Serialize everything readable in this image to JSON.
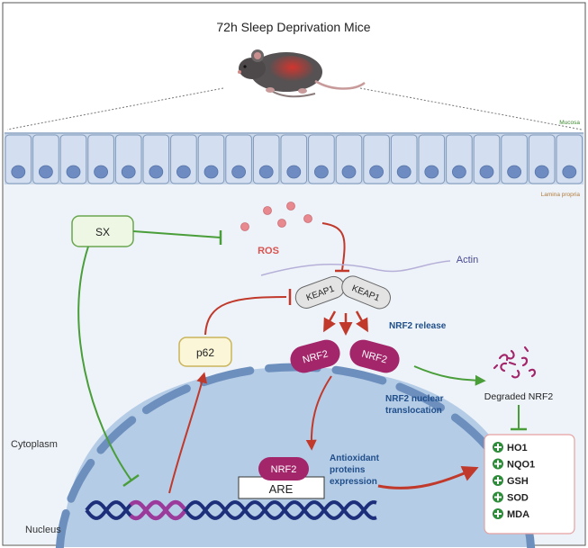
{
  "title": "72h Sleep Deprivation Mice",
  "labels": {
    "mucosa": "Mucosa",
    "lamina_propria": "Lamina propria",
    "sx": "SX",
    "ros": "ROS",
    "actin": "Actin",
    "keap1_left": "KEAP1",
    "keap1_right": "KEAP1",
    "nrf2_release": "NRF2 release",
    "p62": "p62",
    "nrf2_left": "NRF2",
    "nrf2_right": "NRF2",
    "degraded_nrf2": "Degraded NRF2",
    "nrf2_translocation_line1": "NRF2 nuclear",
    "nrf2_translocation_line2": "translocation",
    "cytoplasm": "Cytoplasm",
    "nrf2_nucleus": "NRF2",
    "are": "ARE",
    "antioxidant_line1": "Antioxidant",
    "antioxidant_line2": "proteins",
    "antioxidant_line3": "expression",
    "nucleus": "Nucleus"
  },
  "markers": [
    "HO1",
    "NQO1",
    "GSH",
    "SOD",
    "MDA"
  ],
  "colors": {
    "background": "#eef3f9",
    "cell_fill": "#c9d7e8",
    "cell_nucleus": "#6f8cc2",
    "nucleus_fill": "#b5cce6",
    "envelope": "#6d8fbe",
    "inhibit_green": "#4a9e3a",
    "activate_red": "#c0392b",
    "nrf2": "#a3266b",
    "ros_dot": "#e07b83",
    "ros_label": "#d9534f",
    "label_blue": "#1f4e8a",
    "marker_green": "#2e8b3a",
    "dna_dark": "#1d2f7a",
    "dna_purple": "#9b3a9b"
  }
}
